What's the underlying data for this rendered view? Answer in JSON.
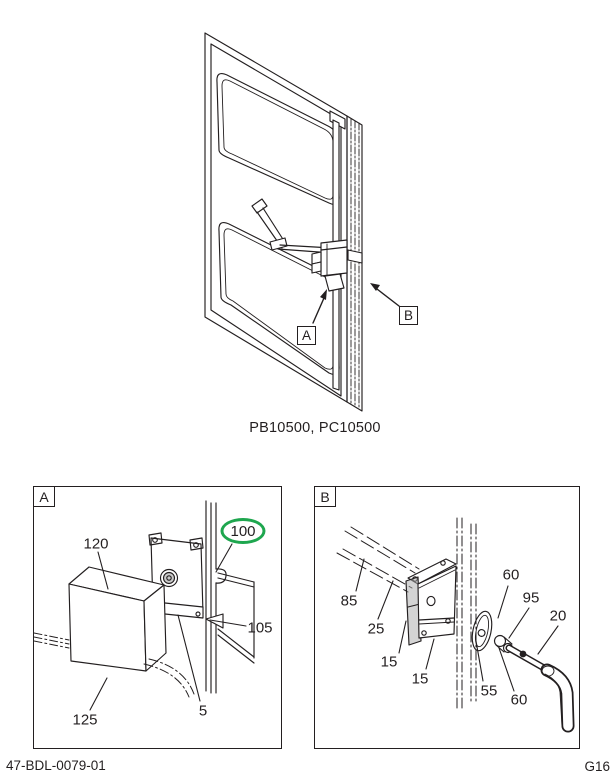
{
  "figure": {
    "caption": "PB10500, PC10500",
    "doc_number": "47-BDL-0079-01",
    "page_ref": "G16"
  },
  "main_view": {
    "callout_a": "A",
    "callout_b": "B"
  },
  "detail_a": {
    "label": "A",
    "parts": [
      {
        "ref": "120",
        "highlighted": false
      },
      {
        "ref": "100",
        "highlighted": true
      },
      {
        "ref": "105",
        "highlighted": false
      },
      {
        "ref": "5",
        "highlighted": false
      },
      {
        "ref": "125",
        "highlighted": false
      }
    ]
  },
  "detail_b": {
    "label": "B",
    "parts": [
      {
        "ref": "85"
      },
      {
        "ref": "25"
      },
      {
        "ref": "15"
      },
      {
        "ref": "15"
      },
      {
        "ref": "55"
      },
      {
        "ref": "60"
      },
      {
        "ref": "95"
      },
      {
        "ref": "60"
      },
      {
        "ref": "20"
      }
    ]
  },
  "colors": {
    "line": "#231f20",
    "highlight": "#1ea64e",
    "background": "#ffffff"
  }
}
